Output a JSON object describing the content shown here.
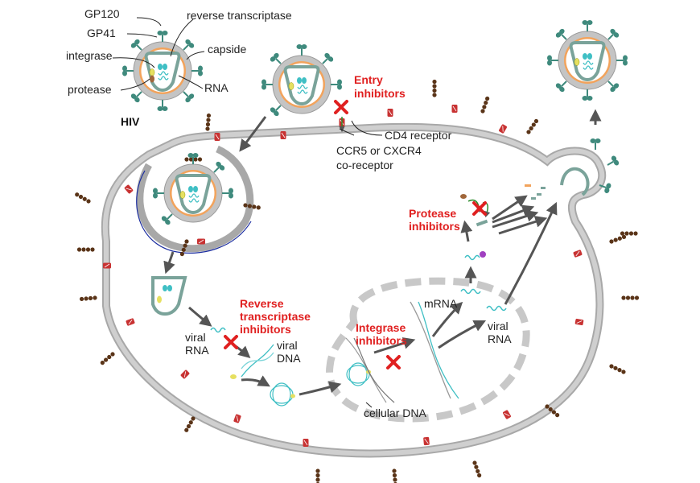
{
  "labels": {
    "gp120": "GP120",
    "gp41": "GP41",
    "reverse_transcriptase": "reverse transcriptase",
    "integrase": "integrase",
    "capside": "capside",
    "protease": "protease",
    "rna": "RNA",
    "hiv": "HIV",
    "cd4_receptor": "CD4 receptor",
    "coreceptor_line1": "CCR5 or CXCR4",
    "coreceptor_line2": "co-receptor",
    "viral_rna_1_line1": "viral",
    "viral_rna_1_line2": "RNA",
    "viral_dna_line1": "viral",
    "viral_dna_line2": "DNA",
    "cellular_dna": "cellular DNA",
    "mrna": "mRNA",
    "viral_rna_2_line1": "viral",
    "viral_rna_2_line2": "RNA"
  },
  "inhibitors": {
    "entry_line1": "Entry",
    "entry_line2": "inhibitors",
    "rt_line1": "Reverse",
    "rt_line2": "transcriptase",
    "rt_line3": "inhibitors",
    "integrase_line1": "Integrase",
    "integrase_line2": "inhibitors",
    "protease_line1": "Protease",
    "protease_line2": "inhibitors"
  },
  "colors": {
    "membrane": "#c4c4c4",
    "membrane_edge": "#8c8c8c",
    "capsid": "#7aa39a",
    "rna": "#3fbfc4",
    "envelope_ring": "#f2a35c",
    "inhibitor_red": "#e02020",
    "spike": "#3f8a7d",
    "receptor_brown": "#5a3418",
    "coreceptor_red": "#c83232",
    "nucleus_dash": "#c8c8c8",
    "arrow": "#555555"
  }
}
